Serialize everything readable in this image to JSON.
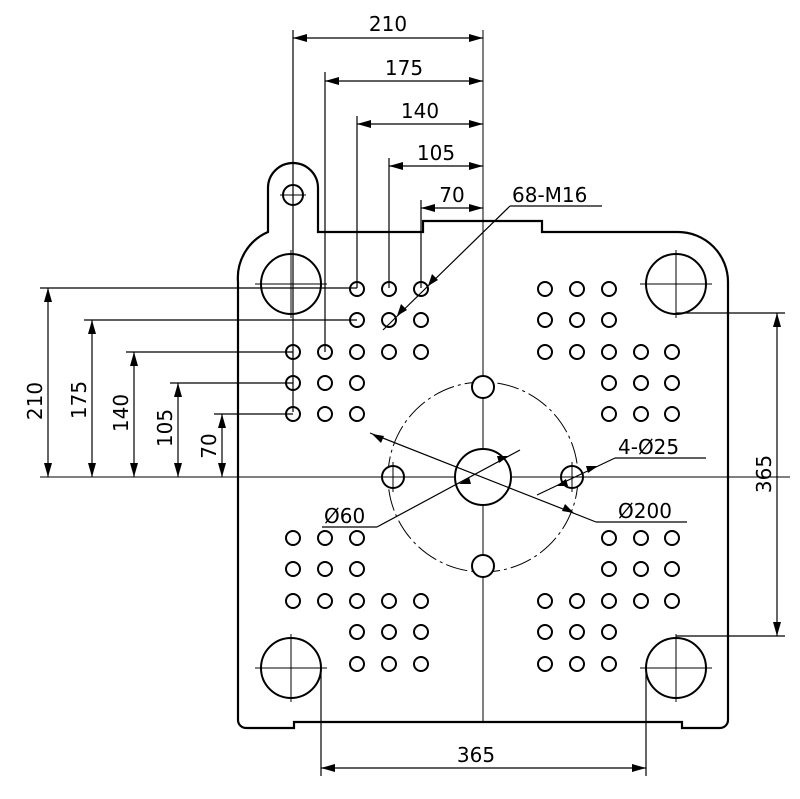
{
  "drawing": {
    "top_dims": [
      "210",
      "175",
      "140",
      "105",
      "70"
    ],
    "left_dims": [
      "210",
      "175",
      "140",
      "105",
      "70"
    ],
    "right_dim": "365",
    "bottom_dim": "365",
    "thread_callout": "68-M16",
    "small_hole_callout": "4-Ø25",
    "inner_dia_callout": "Ø60",
    "outer_dia_callout": "Ø200"
  }
}
